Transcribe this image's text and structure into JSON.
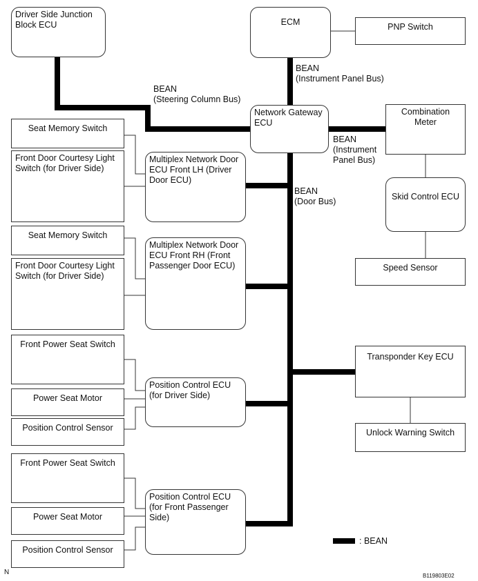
{
  "nodes": {
    "driver_junction": "Driver Side Junction\nBlock ECU",
    "ecm": "ECM",
    "pnp_switch": "PNP Switch",
    "network_gateway": "Network Gateway\nECU",
    "combination_meter": "Combination\nMeter",
    "skid_control": "Skid Control ECU",
    "speed_sensor": "Speed Sensor",
    "seat_memory_1": "Seat Memory Switch",
    "courtesy_1": "Front Door Courtesy Light\nSwitch (for Driver Side)",
    "door_ecu_lh": "Multiplex Network Door\nECU Front LH (Driver\nDoor ECU)",
    "seat_memory_2": "Seat Memory Switch",
    "courtesy_2": "Front Door Courtesy Light\nSwitch (for Driver Side)",
    "door_ecu_rh": "Multiplex Network Door\nECU Front RH (Front\nPassenger Door ECU)",
    "power_seat_switch_1": "Front Power Seat Switch",
    "power_seat_motor_1": "Power Seat Motor",
    "position_sensor_1": "Position Control Sensor",
    "position_ecu_driver": "Position Control ECU\n(for Driver Side)",
    "power_seat_switch_2": "Front Power Seat Switch",
    "power_seat_motor_2": "Power Seat Motor",
    "position_sensor_2": "Position Control Sensor",
    "position_ecu_passenger": "Position Control ECU\n(for Front Passenger\nSide)",
    "transponder": "Transponder Key ECU",
    "unlock_warning": "Unlock Warning Switch"
  },
  "bus_labels": {
    "instrument_panel_top": "BEAN\n(Instrument Panel Bus)",
    "steering_column": "BEAN\n(Steering Column Bus)",
    "instrument_panel_right": "BEAN\n(Instrument\nPanel Bus)",
    "door_bus": "BEAN\n(Door Bus)"
  },
  "legend": {
    "label": ": BEAN"
  },
  "footer": {
    "left_mark": "N",
    "figure_code": "B119803E02"
  }
}
